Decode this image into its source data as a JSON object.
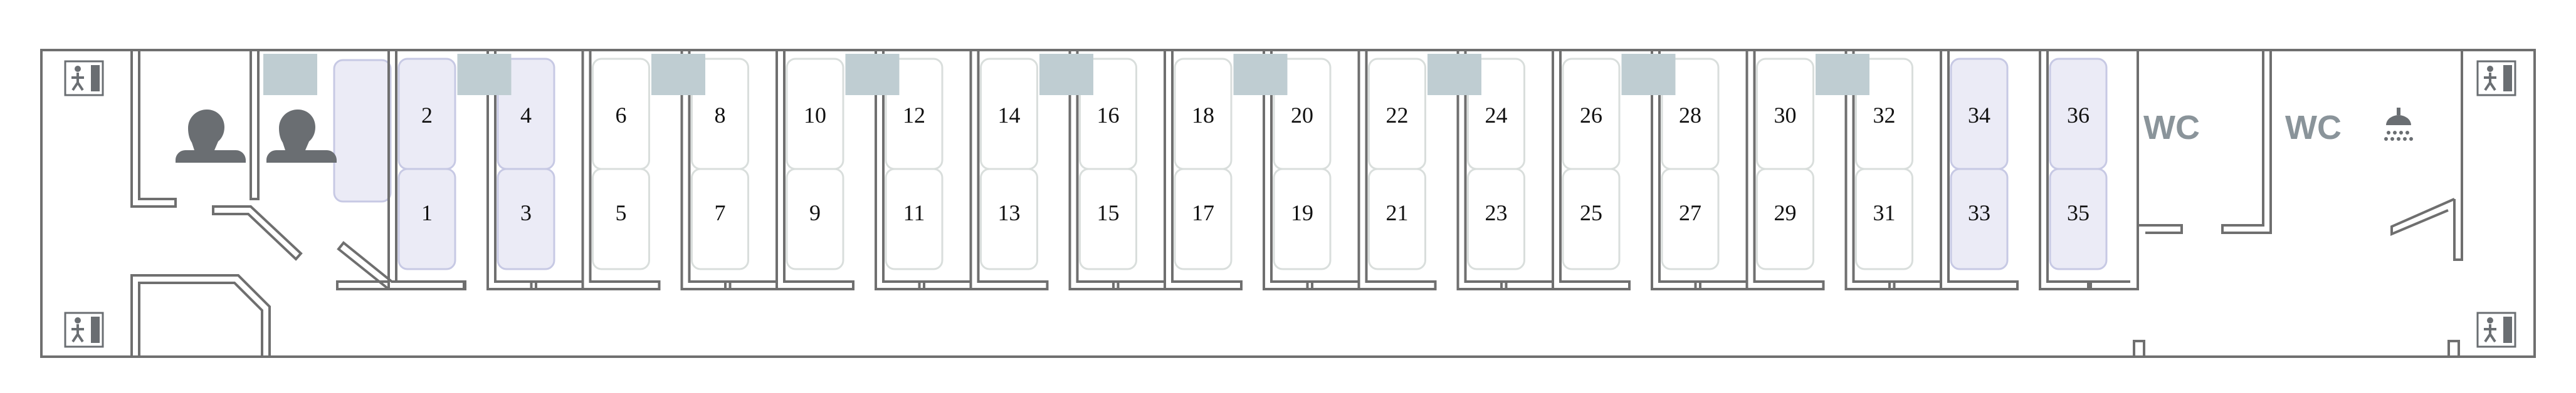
{
  "diagram": {
    "colors": {
      "wall": "#6f6f6f",
      "seat_fill": "#ffffff",
      "seat_border": "#d9dedc",
      "seat_selected_fill": "#ebebf6",
      "seat_selected_border": "#c7c9e4",
      "window": "#bfcdd2",
      "icon": "#6a6e72",
      "wc_text": "#8a949a"
    },
    "labels": {
      "wc_1": "WC",
      "wc_2": "WC"
    },
    "icons": [
      "exit-icon",
      "staff-icon",
      "shower-icon"
    ],
    "compartments": [
      {
        "upper": "2",
        "lower": "1",
        "upper_selected": true,
        "lower_selected": true
      },
      {
        "upper": "4",
        "lower": "3",
        "upper_selected": true,
        "lower_selected": true
      },
      {
        "upper": "6",
        "lower": "5",
        "upper_selected": false,
        "lower_selected": false
      },
      {
        "upper": "8",
        "lower": "7",
        "upper_selected": false,
        "lower_selected": false
      },
      {
        "upper": "10",
        "lower": "9",
        "upper_selected": false,
        "lower_selected": false
      },
      {
        "upper": "12",
        "lower": "11",
        "upper_selected": false,
        "lower_selected": false
      },
      {
        "upper": "14",
        "lower": "13",
        "upper_selected": false,
        "lower_selected": false
      },
      {
        "upper": "16",
        "lower": "15",
        "upper_selected": false,
        "lower_selected": false
      },
      {
        "upper": "18",
        "lower": "17",
        "upper_selected": false,
        "lower_selected": false
      },
      {
        "upper": "20",
        "lower": "19",
        "upper_selected": false,
        "lower_selected": false
      },
      {
        "upper": "22",
        "lower": "21",
        "upper_selected": false,
        "lower_selected": false
      },
      {
        "upper": "24",
        "lower": "23",
        "upper_selected": false,
        "lower_selected": false
      },
      {
        "upper": "26",
        "lower": "25",
        "upper_selected": false,
        "lower_selected": false
      },
      {
        "upper": "28",
        "lower": "27",
        "upper_selected": false,
        "lower_selected": false
      },
      {
        "upper": "30",
        "lower": "29",
        "upper_selected": false,
        "lower_selected": false
      },
      {
        "upper": "32",
        "lower": "31",
        "upper_selected": false,
        "lower_selected": false
      },
      {
        "upper": "34",
        "lower": "33",
        "upper_selected": true,
        "lower_selected": true
      },
      {
        "upper": "36",
        "lower": "35",
        "upper_selected": true,
        "lower_selected": true
      }
    ]
  }
}
